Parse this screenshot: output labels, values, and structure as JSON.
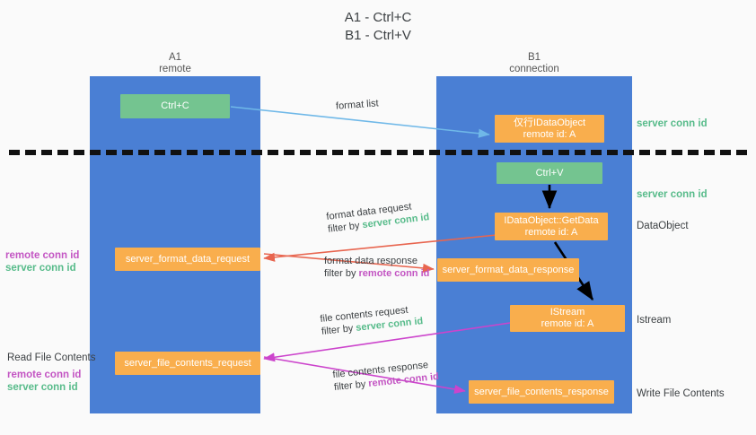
{
  "title": {
    "line1": "A1 - Ctrl+C",
    "line2": "B1 - Ctrl+V"
  },
  "columns": {
    "a1": {
      "name": "A1",
      "role": "remote"
    },
    "b1": {
      "name": "B1",
      "role": "connection"
    }
  },
  "boxes": {
    "ctrl_c": {
      "label": "Ctrl+C",
      "color": "#74c490"
    },
    "data_object": {
      "line1": "仅行IDataObject",
      "line2": "remote id: A",
      "color": "#f9ae4d"
    },
    "ctrl_v": {
      "label": "Ctrl+V",
      "color": "#74c490"
    },
    "get_data": {
      "line1": "IDataObject::GetData",
      "line2": "remote id: A",
      "color": "#f9ae4d"
    },
    "server_format_data_request": {
      "label": "server_format_data_request",
      "color": "#f9ae4d"
    },
    "server_format_data_response": {
      "label": "server_format_data_response",
      "color": "#f9ae4d"
    },
    "istream": {
      "line1": "IStream",
      "line2": "remote id: A",
      "color": "#f9ae4d"
    },
    "server_file_contents_request": {
      "label": "server_file_contents_request",
      "color": "#f9ae4d"
    },
    "server_file_contents_response": {
      "label": "server_file_contents_response",
      "color": "#f9ae4d"
    }
  },
  "edges": {
    "format_list": {
      "label": "format list"
    },
    "format_data_request": {
      "label": "format data request",
      "filter_prefix": "filter by ",
      "filter_value": "server conn id"
    },
    "format_data_response": {
      "label": "format data response",
      "filter_prefix": "filter by ",
      "filter_value": "remote conn id"
    },
    "file_contents_request": {
      "label": "file contents request",
      "filter_prefix": "filter by ",
      "filter_value": "server conn id"
    },
    "file_contents_response": {
      "label": "file contents response",
      "filter_prefix": "filter by ",
      "filter_value": "remote conn id"
    }
  },
  "annotations": {
    "server_conn_id": "server conn id",
    "remote_conn_id": "remote conn id",
    "data_object": "DataObject",
    "istream": "Istream",
    "write_file_contents": "Write File Contents",
    "read_file_contents": "Read File Contents"
  },
  "colors": {
    "lane": "#4a7fd4",
    "green_text": "#57bb8a",
    "magenta_text": "#c355c3",
    "box_green": "#74c490",
    "box_orange": "#f9ae4d",
    "arrow_blue": "#6fb8e8",
    "arrow_red": "#e8654f",
    "arrow_magenta": "#cc44cc",
    "arrow_black": "#000000",
    "separator": "#111111",
    "background": "#fafafa"
  }
}
